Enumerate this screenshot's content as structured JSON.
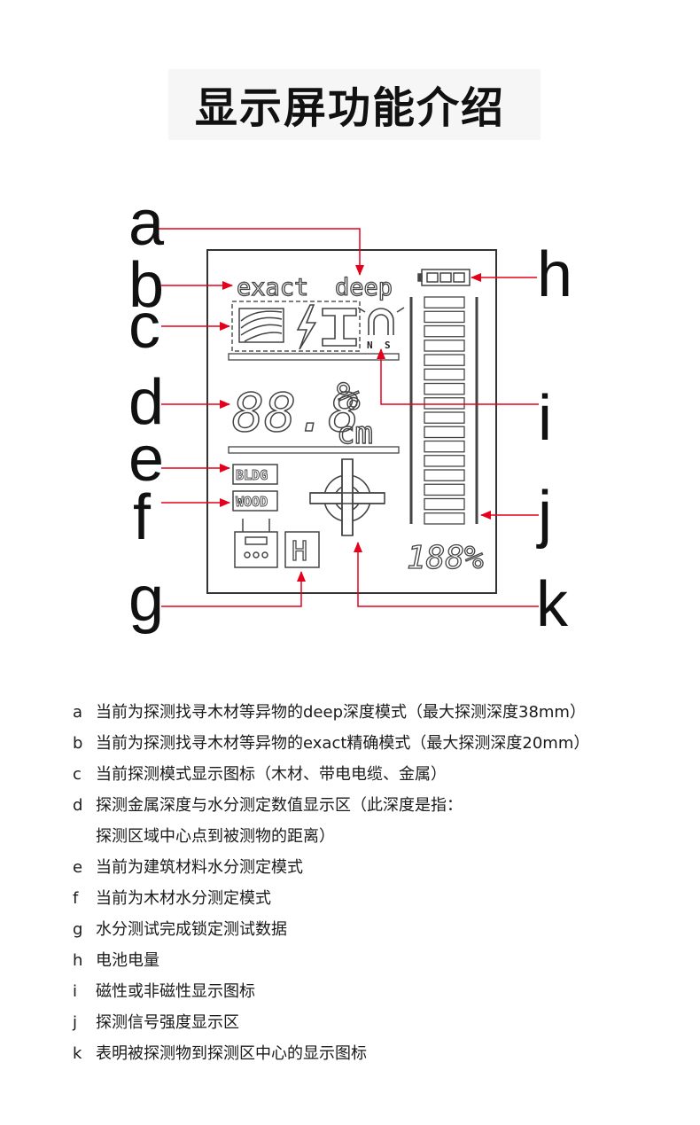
{
  "title": "显示屏功能介绍",
  "callouts": [
    "a",
    "b",
    "c",
    "d",
    "e",
    "f",
    "g",
    "h",
    "i",
    "j",
    "k"
  ],
  "lcd": {
    "exact_label": "exact",
    "deep_label": "deep",
    "reading": "88.8",
    "percent_sign": "%",
    "unit": "cm",
    "bldg_label": "BLDG",
    "wood_label": "WOOD",
    "hold_label": "H",
    "north_label": "N",
    "south_label": "S",
    "signal_percent": "188%",
    "signal_bar_count": 16
  },
  "legend": [
    {
      "key": "a",
      "text": "当前为探测找寻木材等异物的deep深度模式（最大探测深度38mm）"
    },
    {
      "key": "b",
      "text": "当前为探测找寻木材等异物的exact精确模式（最大探测深度20mm）"
    },
    {
      "key": "c",
      "text": "当前探测模式显示图标（木材、带电电缆、金属）"
    },
    {
      "key": "d",
      "text": "探测金属深度与水分测定数值显示区（此深度是指："
    },
    {
      "key": "",
      "text": "探测区域中心点到被测物的距离）"
    },
    {
      "key": "e",
      "text": "当前为建筑材料水分测定模式"
    },
    {
      "key": "f",
      "text": "当前为木材水分测定模式"
    },
    {
      "key": "g",
      "text": "水分测试完成锁定测试数据"
    },
    {
      "key": "h",
      "text": "电池电量"
    },
    {
      "key": "i",
      "text": "磁性或非磁性显示图标"
    },
    {
      "key": "j",
      "text": "探测信号强度显示区"
    },
    {
      "key": "k",
      "text": "表明被探测物到探测区中心的显示图标"
    }
  ],
  "colors": {
    "arrow": "#e5001c",
    "lcd_stroke": "#444444",
    "text": "#1a1a1a"
  }
}
